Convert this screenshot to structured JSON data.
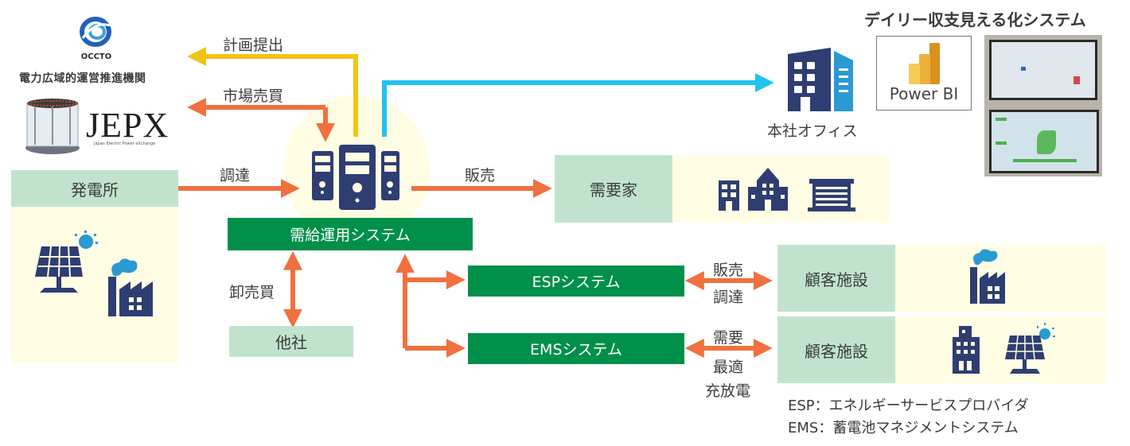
{
  "colors": {
    "orange": "#f0703f",
    "yellow": "#f0c414",
    "cyan": "#22c2ee",
    "green": "#00904a",
    "mint": "#c1e3cd",
    "cream": "#fffde3",
    "navy": "#2e3e72",
    "sky": "#2a9ad2"
  },
  "external": {
    "occto_logo_text": "OCCTO",
    "occto_name": "電力広域的運営推進機関",
    "jepx_logo_text": "JEPX",
    "jepx_subtitle": "Japan Electric Power eXchange"
  },
  "flows": {
    "plan_submission": "計画提出",
    "market_trading": "市場売買",
    "procurement": "調達",
    "sales": "販売",
    "wholesale": "卸売買",
    "esp_flow": [
      "販売",
      "調達"
    ],
    "ems_flow": [
      "需要",
      "最適",
      "充放電"
    ]
  },
  "nodes": {
    "power_plant": "発電所",
    "central_system": "需給運用システム",
    "other_companies": "他社",
    "consumers": "需要家",
    "esp_system": "ESPシステム",
    "ems_system": "EMSシステム",
    "customer_facility_1": "顧客施設",
    "customer_facility_2": "顧客施設",
    "head_office": "本社オフィス"
  },
  "dashboard": {
    "title": "デイリー収支見える化システム",
    "powerbi_label": "Power BI"
  },
  "legend": {
    "esp": "ESP：エネルギーサービスプロバイダ",
    "ems": "EMS：蓄電池マネジメントシステム"
  }
}
